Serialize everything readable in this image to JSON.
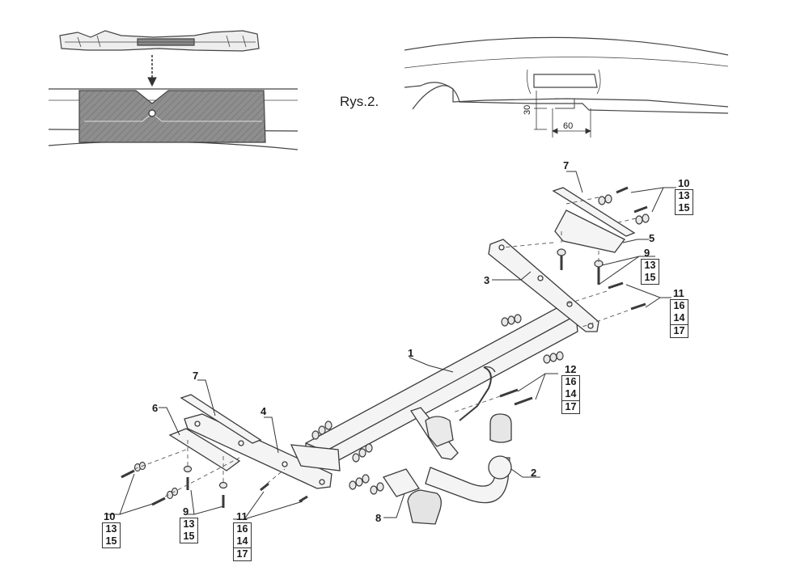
{
  "figure_ref": "Rys.2.",
  "dimensions": {
    "height_mm": "30",
    "width_mm": "60"
  },
  "part_numbers": {
    "p1": "1",
    "p2": "2",
    "p3": "3",
    "p4": "4",
    "p5": "5",
    "p6": "6",
    "p7a": "7",
    "p7b": "7",
    "p8": "8",
    "p9a": "9",
    "p9b": "9",
    "p10a": "10",
    "p10b": "10",
    "p11a": "11",
    "p11b": "11",
    "p12": "12"
  },
  "stacks": {
    "s10_top": [
      "13",
      "15"
    ],
    "s9_right": [
      "13",
      "15"
    ],
    "s11_right": [
      "16",
      "14",
      "17"
    ],
    "s12": [
      "16",
      "14",
      "17"
    ],
    "s10_left": [
      "13",
      "15"
    ],
    "s9_left": [
      "13",
      "15"
    ],
    "s11_left": [
      "16",
      "14",
      "17"
    ]
  },
  "colors": {
    "line": "#3a3a3a",
    "hatch_fill": "#8c8c8c",
    "bar_fill": "#f4f4f4"
  }
}
